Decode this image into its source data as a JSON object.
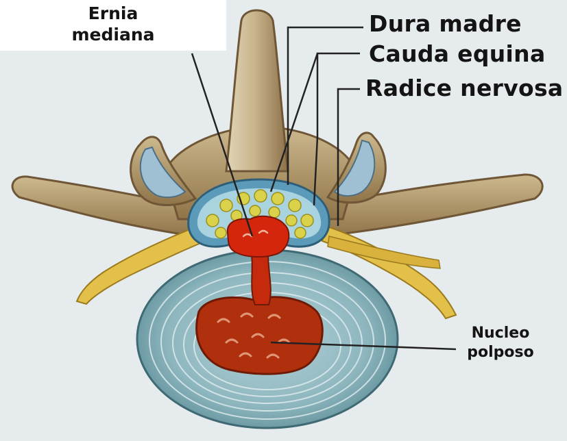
{
  "labels": {
    "ernia_line1": "Ernia",
    "ernia_line2": "mediana",
    "dura": "Dura madre",
    "cauda": "Cauda equina",
    "radice": "Radice nervosa",
    "nucleo_line1": "Nucleo",
    "nucleo_line2": "polposo"
  },
  "colors": {
    "background": "#e6ebee",
    "bone": "#a88e62",
    "bone_shadow": "#6e5636",
    "cartilage": "#9fc0d3",
    "disc": "#8db6be",
    "disc_ring": "#e2eef0",
    "nucleus": "#b0300e",
    "herniation": "#d3260c",
    "nerve": "#e3c04a",
    "cauda_fibers": "#d9d24a",
    "dural_sac": "#5b9ab8",
    "leader_line": "#222222"
  }
}
